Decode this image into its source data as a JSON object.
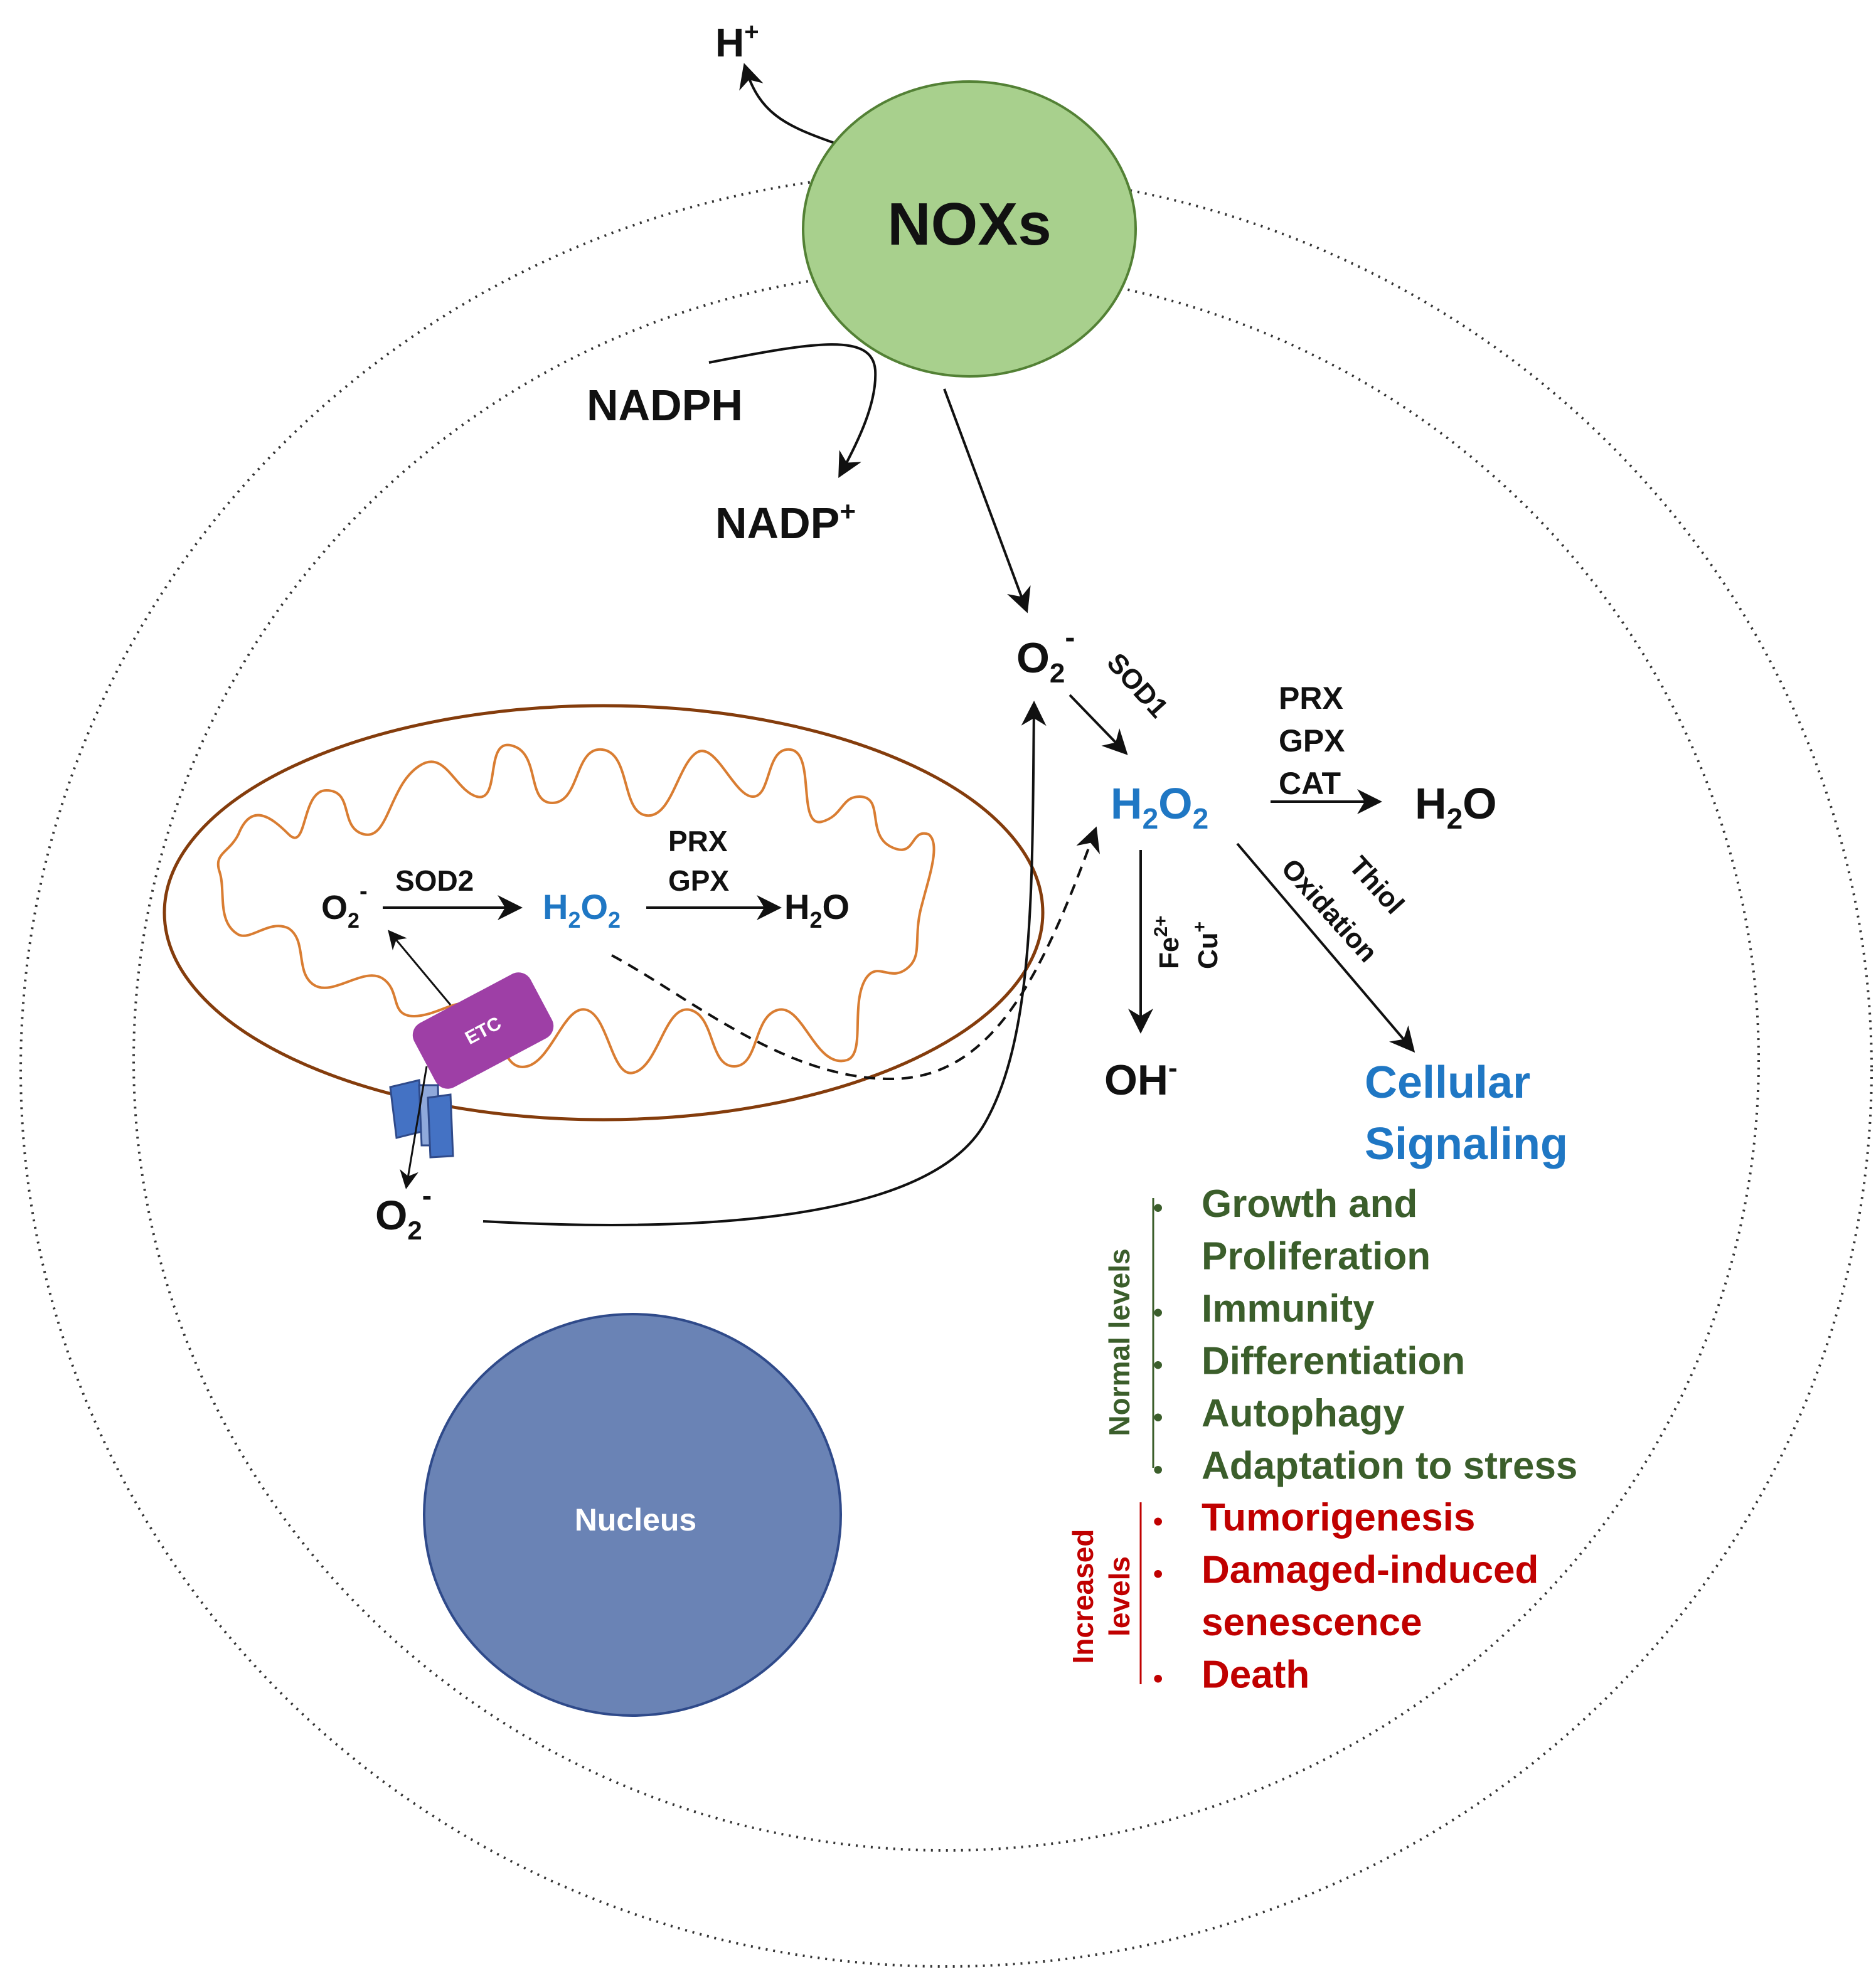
{
  "colors": {
    "nox_fill": "#a8d08d",
    "nox_stroke": "#538135",
    "mito_stroke": "#843c0c",
    "crista_stroke": "#d97d32",
    "etc_fill": "#9e3fa6",
    "channel_fill": "#4472c4",
    "nucleus_fill": "#6a83b5",
    "nucleus_stroke": "#2f4a8a",
    "highlight_blue": "#1f77c4",
    "normal_green": "#3b5e2b",
    "increased_red": "#c00000"
  },
  "labels": {
    "h_plus": "H",
    "h_plus_sup": "+",
    "noxs": "NOXs",
    "nadph": "NADPH",
    "nadp": "NADP",
    "nadp_sup": "+",
    "o2_base": "O",
    "o2_sub": "2",
    "o2_sup": "-",
    "h2o2_h": "H",
    "h2o2_sub": "2",
    "h2o2_o": "O",
    "h2o_h": "H",
    "h2o_sub": "2",
    "h2o_o": "O",
    "sod1": "SOD1",
    "sod2": "SOD2",
    "prx": "PRX",
    "gpx": "GPX",
    "cat": "CAT",
    "thiol": "Thiol",
    "oxidation": "Oxidation",
    "fe": "Fe",
    "fe_sup": "2+",
    "cu": "Cu",
    "cu_sup": "+",
    "oh": "OH",
    "oh_sup": "-",
    "cellular": "Cellular",
    "signaling": "Signaling",
    "etc": "ETC",
    "nucleus": "Nucleus",
    "normal_levels": "Normal levels",
    "increased_levels_1": "Increased",
    "increased_levels_2": "levels",
    "bullet": "•"
  },
  "normal_outcomes": [
    "Growth and",
    "Proliferation",
    "Immunity",
    "Differentiation",
    "Autophagy",
    "Adaptation to stress"
  ],
  "increased_outcomes": [
    "Tumorigenesis",
    "Damaged-induced",
    "senescence",
    "Death"
  ]
}
